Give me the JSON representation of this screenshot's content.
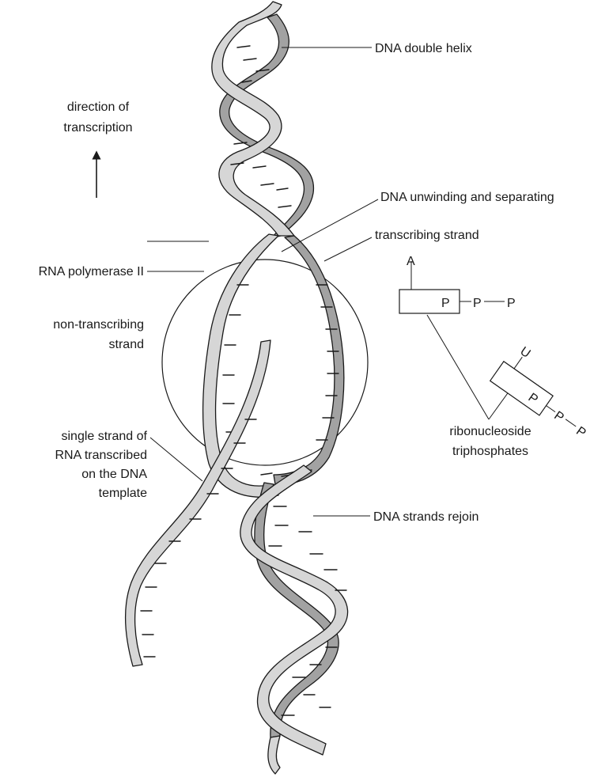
{
  "labels": {
    "dna_double_helix": "DNA double helix",
    "direction_line1": "direction of",
    "direction_line2": "transcription",
    "dna_unwinding": "DNA unwinding and separating",
    "transcribing_strand": "transcribing strand",
    "rna_polymerase": "RNA polymerase II",
    "non_transcribing_line1": "non-transcribing",
    "non_transcribing_line2": "strand",
    "single_strand_line1": "single strand of",
    "single_strand_line2": "RNA transcribed",
    "single_strand_line3": "on the DNA",
    "single_strand_line4": "template",
    "dna_strands_rejoin": "DNA strands rejoin",
    "ribonucleoside_line1": "ribonucleoside",
    "ribonucleoside_line2": "triphosphates"
  },
  "nucleotide_a": {
    "base": "A",
    "p1": "P",
    "p2": "P",
    "p3": "P"
  },
  "nucleotide_u": {
    "base": "U",
    "p1": "P",
    "p2": "P",
    "p3": "P"
  },
  "colors": {
    "strand_light": "#d6d6d6",
    "strand_dark": "#a2a2a2",
    "ink": "#1a1a1a"
  }
}
